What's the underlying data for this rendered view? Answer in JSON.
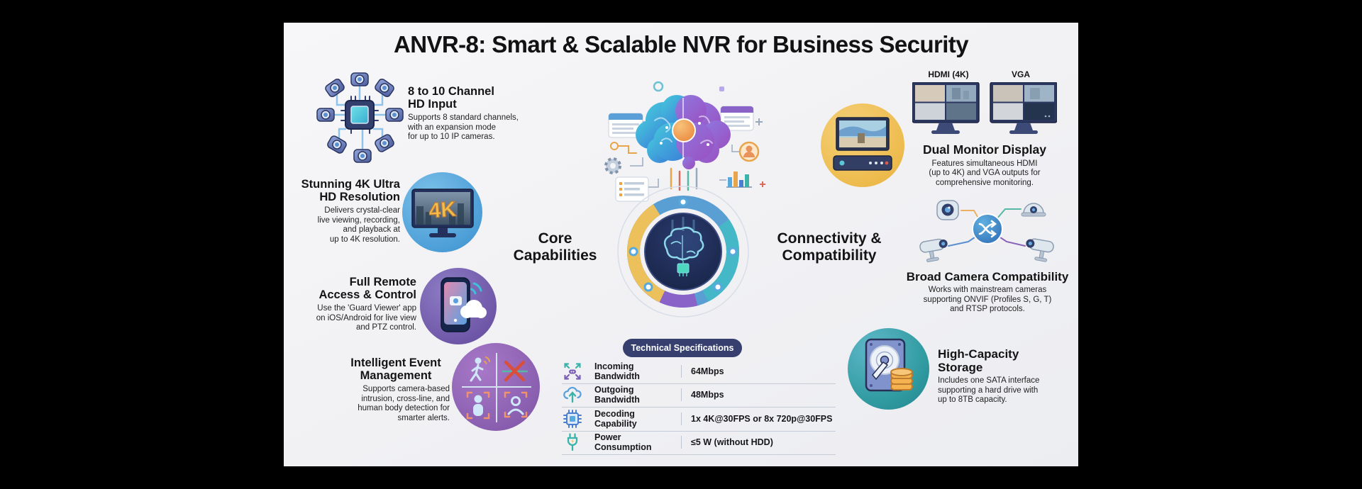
{
  "title": "ANVR-8: Smart & Scalable NVR for Business Security",
  "left_features": [
    {
      "icon": "camera-channels-chip-icon",
      "heading": "8 to 10 Channel\nHD Input",
      "description": "Supports 8 standard channels,\nwith an expansion mode\nfor up to 10 IP cameras."
    },
    {
      "icon": "4k-monitor-icon",
      "icon_text": "4K",
      "heading": "Stunning 4K Ultra\nHD Resolution",
      "description": "Delivers crystal-clear\nlive viewing, recording,\nand playback at\nup to 4K resolution."
    },
    {
      "icon": "phone-cloud-remote-icon",
      "heading": "Full Remote\nAccess & Control",
      "description": "Use the 'Guard Viewer' app\non iOS/Android for live view\nand PTZ control."
    },
    {
      "icon": "event-detection-quadrants-icon",
      "heading": "Intelligent Event\nManagement",
      "description": "Supports camera-based\nintrusion, cross-line, and\nhuman body detection for\nsmarter alerts."
    }
  ],
  "center": {
    "core_label": "Core\nCapabilities",
    "connectivity_label": "Connectivity &\nCompatibility",
    "illustration": "ai-brain-circuit-emblem"
  },
  "specs": {
    "pill_label": "Technical Specifications",
    "rows": [
      {
        "icon": "incoming-bandwidth-arrows-icon",
        "label": "Incoming Bandwidth",
        "value": "64Mbps"
      },
      {
        "icon": "outgoing-bandwidth-cloud-icon",
        "label": "Outgoing Bandwidth",
        "value": "48Mbps"
      },
      {
        "icon": "decoding-chip-icon",
        "label": "Decoding Capability",
        "value": "1x 4K@30FPS or 8x 720p@30FPS"
      },
      {
        "icon": "power-plug-icon",
        "label": "Power Consumption",
        "value": "≤5 W (without HDD)"
      }
    ]
  },
  "right_features": [
    {
      "icon": "dual-monitors-icon",
      "monitor_labels": [
        "HDMI (4K)",
        "VGA"
      ],
      "heading": "Dual Monitor Display",
      "description": "Features simultaneous HDMI\n(up to 4K) and VGA outputs for\ncomprehensive monitoring."
    },
    {
      "icon": "camera-network-shuffle-icon",
      "heading": "Broad Camera Compatibility",
      "description": "Works with mainstream cameras\nsupporting ONVIF (Profiles S, G, T)\nand RTSP protocols."
    },
    {
      "icon": "hard-drive-storage-icon",
      "heading": "High-Capacity\nStorage",
      "description": "Includes one SATA interface\nsupporting a hard drive with\nup to 8TB capacity."
    }
  ],
  "extra_icons": [
    "monitor-nvr-box-icon"
  ],
  "colors": {
    "background": "#000000",
    "panel": "#f2f2f5",
    "pill_bg": "#363f6e",
    "accent_blue": "#57a9de",
    "accent_purple": "#8a63b8",
    "accent_yellow": "#eebc4e",
    "accent_teal": "#2fa796",
    "accent_orange": "#e8a54b"
  }
}
